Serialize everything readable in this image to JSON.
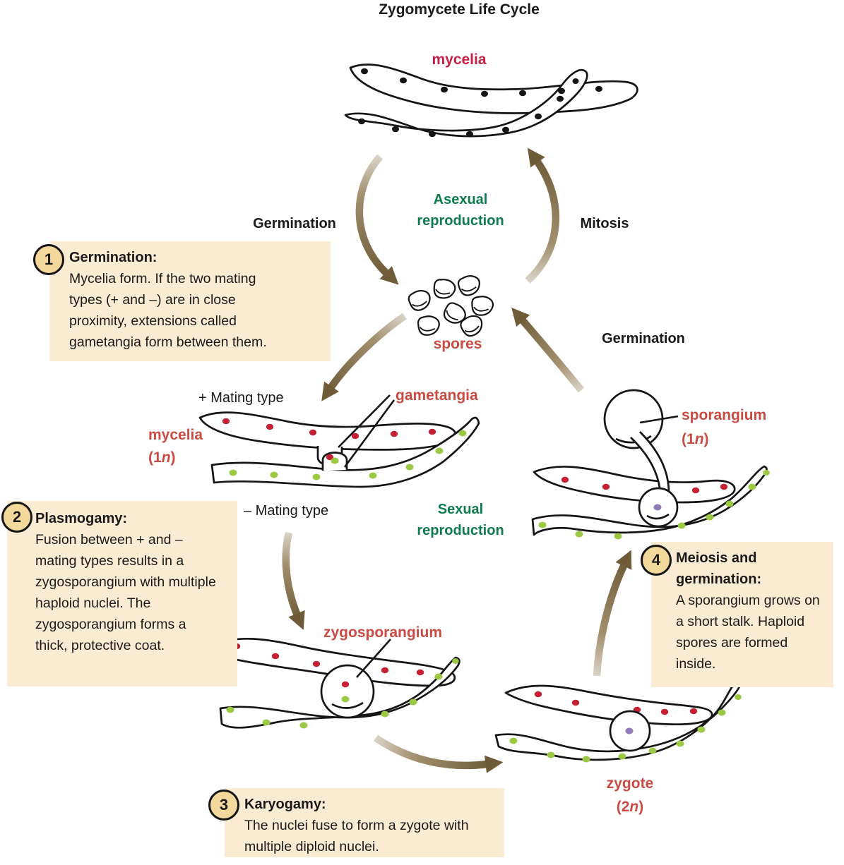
{
  "title": "Zygomycete Life Cycle",
  "colors": {
    "crimson_label": "#c62045",
    "salmon_label": "#c94b42",
    "green_label": "#0e7c4d",
    "arrow_brown": "#6f5b38",
    "box_beige": "#faecd2",
    "circle_tan": "#f3d89b",
    "red_nucleus": "#c52033",
    "green_nucleus": "#9cc944",
    "purple_nucleus": "#8f7bb8"
  },
  "labels": {
    "mycelia_top": "mycelia",
    "germination_left": "Germination",
    "asexual_line1": "Asexual",
    "asexual_line2": "reproduction",
    "mitosis": "Mitosis",
    "spores": "spores",
    "germination_right": "Germination",
    "plus_mating": "+ Mating type",
    "gametangia": "gametangia",
    "mycelia_1n_word": "mycelia",
    "mycelia_1n_pre": "(1",
    "mycelia_1n_n": "n",
    "mycelia_1n_post": ")",
    "minus_mating": "– Mating type",
    "sexual_line1": "Sexual",
    "sexual_line2": "reproduction",
    "sporangium_word": "sporangium",
    "sporangium_pre": "(1",
    "sporangium_n": "n",
    "sporangium_post": ")",
    "zygosporangium": "zygosporangium",
    "zygote_word": "zygote",
    "zygote_pre": "(2",
    "zygote_n": "n",
    "zygote_post": ")"
  },
  "steps": [
    {
      "number": "1",
      "heading": "Germination:",
      "body": "Mycelia form. If the two mating types (+ and –) are in close proximity, extensions called gametangia form between them."
    },
    {
      "number": "2",
      "heading": "Plasmogamy:",
      "body": "Fusion between + and – mating types results in a zygosporangium with multiple haploid nuclei. The zygosporangium forms a thick, protective coat."
    },
    {
      "number": "3",
      "heading": "Karyogamy:",
      "body": "The nuclei fuse to form a zygote with multiple diploid nuclei."
    },
    {
      "number": "4",
      "heading": "Meiosis and germination:",
      "body": "A sporangium grows on a short stalk. Haploid spores are formed inside."
    }
  ]
}
